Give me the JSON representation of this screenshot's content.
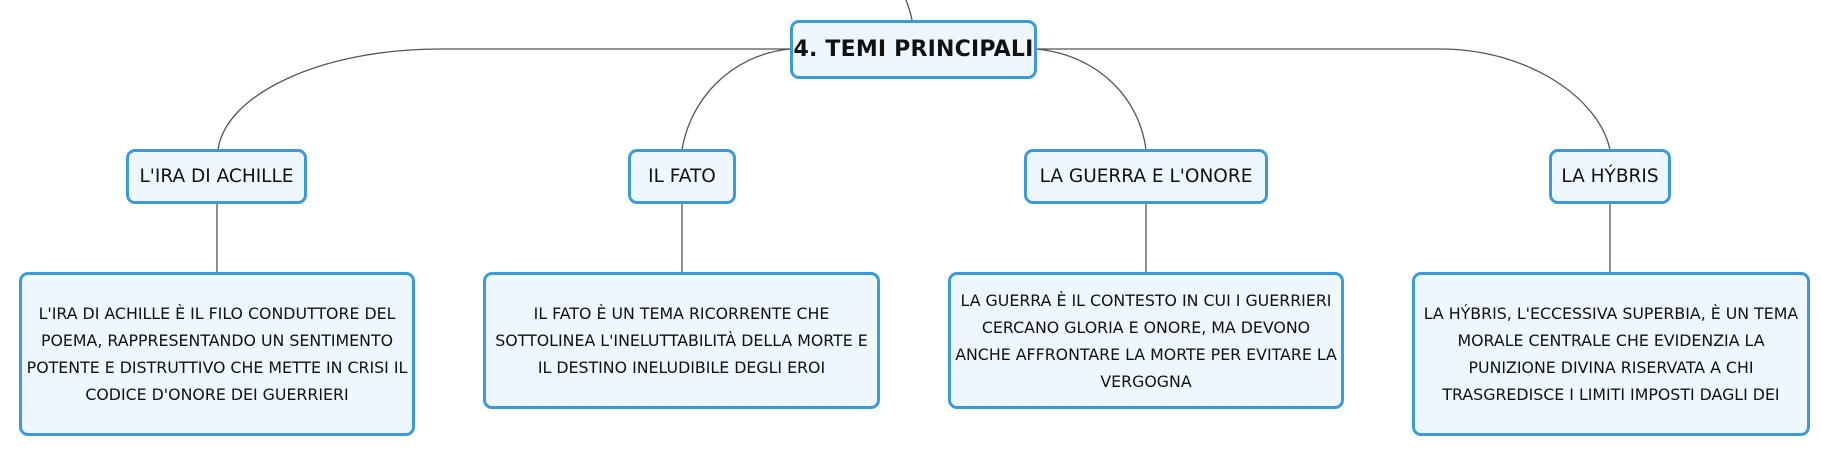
{
  "colors": {
    "border": "#3d9ad9",
    "fill": "#eef7fd",
    "line": "#555555"
  },
  "root": {
    "label": "4. TEMI PRINCIPALI"
  },
  "topics": [
    {
      "label": "L'IRA DI ACHILLE",
      "description": "L'IRA DI ACHILLE È IL FILO CONDUTTORE DEL POEMA, RAPPRESENTANDO UN SENTIMENTO POTENTE E DISTRUTTIVO CHE METTE IN CRISI IL CODICE D'ONORE DEI GUERRIERI"
    },
    {
      "label": "IL FATO",
      "description": "IL FATO È UN TEMA RICORRENTE CHE SOTTOLINEA L'INELUTTABILITÀ DELLA MORTE E IL DESTINO INELUDIBILE DEGLI EROI"
    },
    {
      "label": "LA GUERRA E L'ONORE",
      "description": "LA GUERRA È IL CONTESTO IN CUI I GUERRIERI CERCANO GLORIA E ONORE, MA DEVONO ANCHE AFFRONTARE LA MORTE PER EVITARE LA VERGOGNA"
    },
    {
      "label": "LA HÝBRIS",
      "description": "LA HÝBRIS, L'ECCESSIVA SUPERBIA, È UN TEMA MORALE CENTRALE CHE EVIDENZIA LA PUNIZIONE DIVINA RISERVATA A CHI TRASGREDISCE I LIMITI IMPOSTI DAGLI DEI"
    }
  ]
}
